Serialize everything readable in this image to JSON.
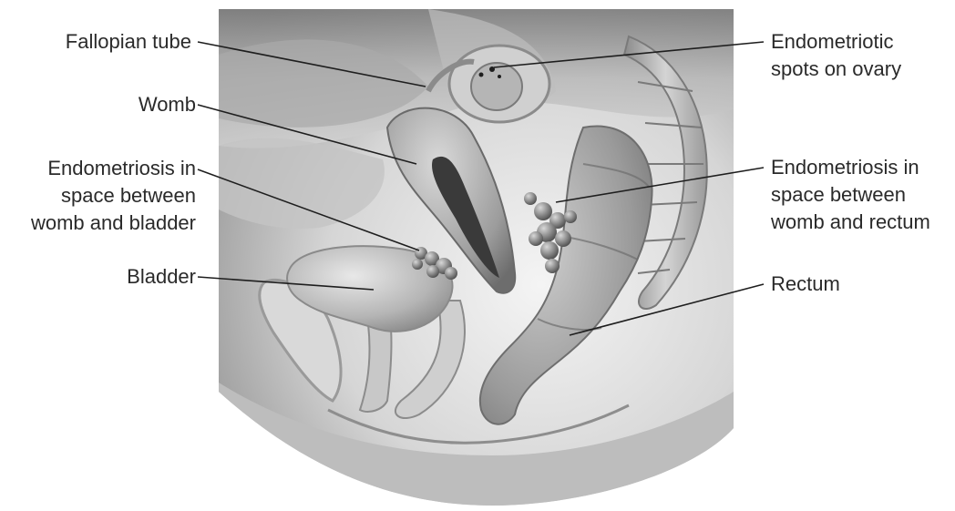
{
  "labels": {
    "fallopian_tube": "Fallopian tube",
    "womb": "Womb",
    "endo_womb_bladder": {
      "line1": "Endometriosis in",
      "line2": "space between",
      "line3": "womb and bladder"
    },
    "bladder": "Bladder",
    "endo_ovary": {
      "line1": "Endometriotic",
      "line2": "spots on ovary"
    },
    "endo_womb_rectum": {
      "line1": "Endometriosis in",
      "line2": "space between",
      "line3": "womb and rectum"
    },
    "rectum": "Rectum"
  }
}
